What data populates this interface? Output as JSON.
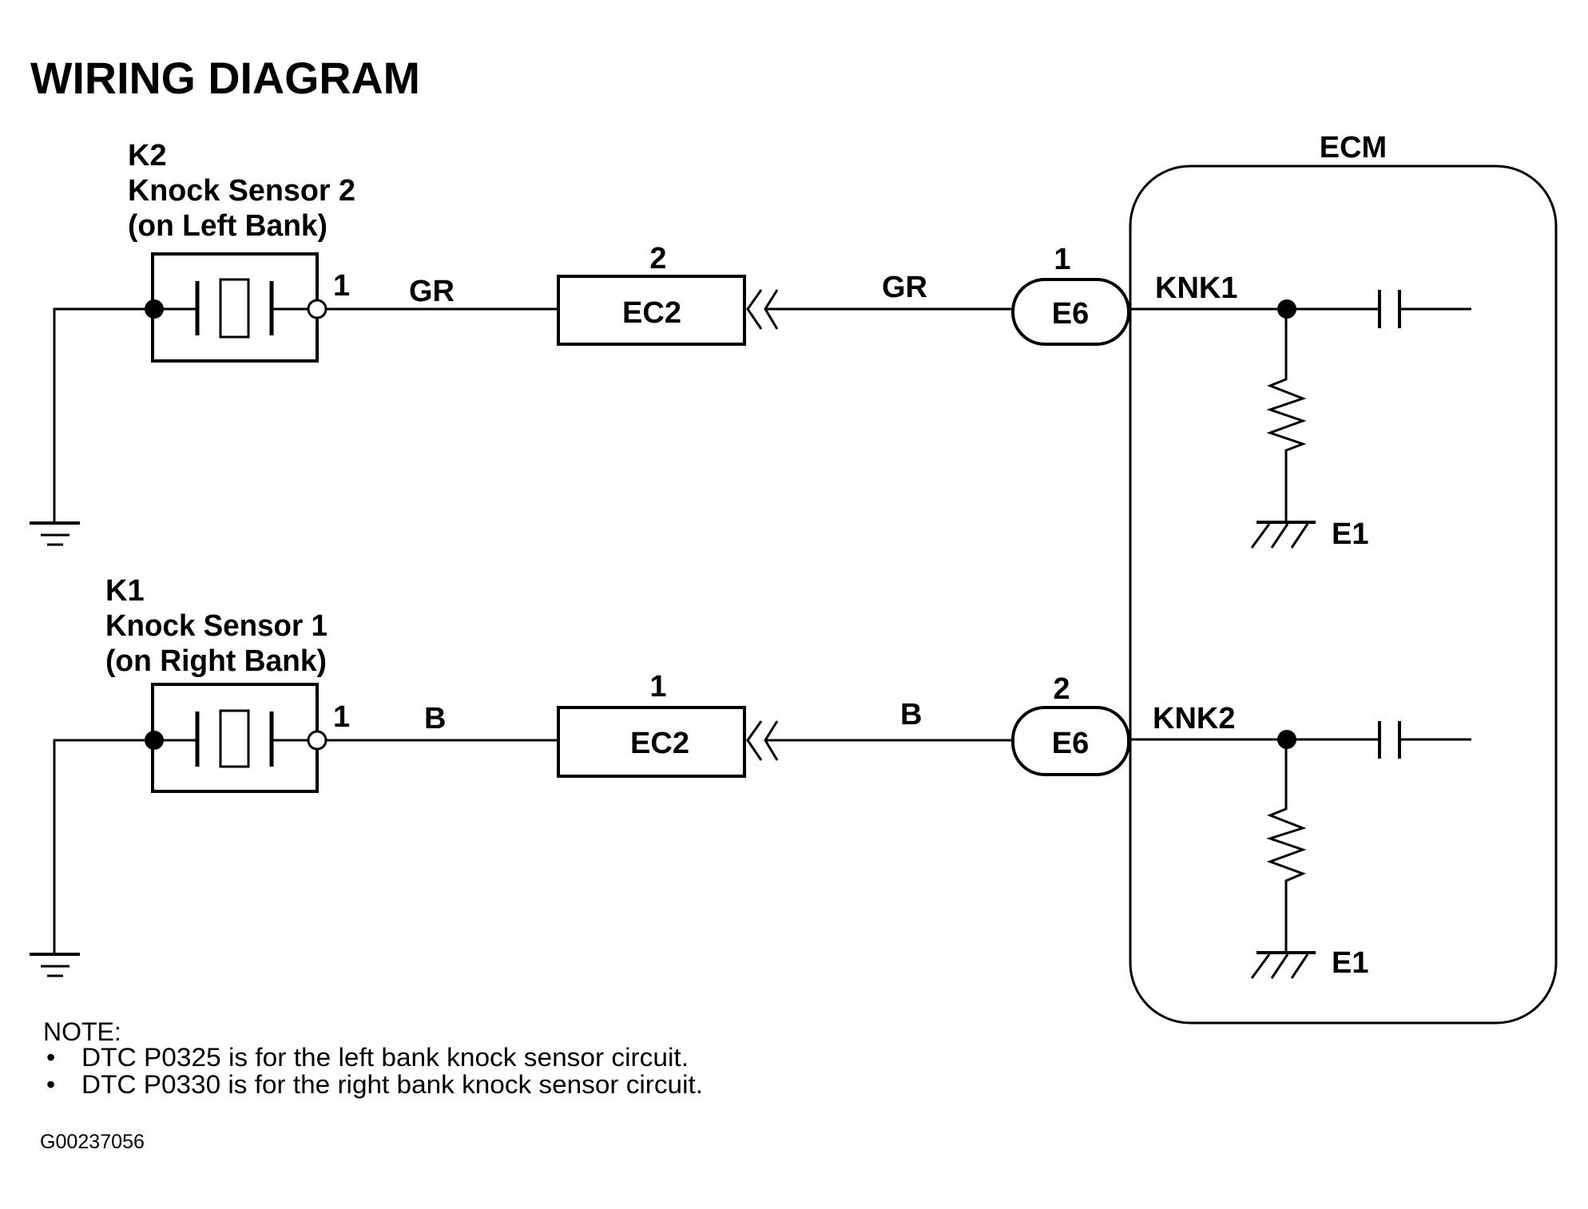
{
  "title": "WIRING DIAGRAM",
  "sensors": [
    {
      "id": "K2",
      "name": "Knock Sensor 2",
      "location": "(on Left Bank)",
      "pin": "1",
      "wire_color": "GR"
    },
    {
      "id": "K1",
      "name": "Knock Sensor 1",
      "location": "(on Right Bank)",
      "pin": "1",
      "wire_color": "B"
    }
  ],
  "connectors": [
    {
      "name": "EC2",
      "pin": "2",
      "wire_color_out": "GR"
    },
    {
      "name": "EC2",
      "pin": "1",
      "wire_color_out": "B"
    }
  ],
  "ecm_connectors": [
    {
      "name": "E6",
      "pin": "1",
      "signal": "KNK1",
      "ground": "E1"
    },
    {
      "name": "E6",
      "pin": "2",
      "signal": "KNK2",
      "ground": "E1"
    }
  ],
  "ecm_label": "ECM",
  "note": {
    "heading": "NOTE:",
    "bullet": "•",
    "items": [
      "DTC P0325 is for the left bank knock sensor circuit.",
      "DTC P0330 is for the right bank knock sensor circuit."
    ]
  },
  "figure_code": "G00237056",
  "colors": {
    "ink": "#000000",
    "background": "#ffffff"
  }
}
